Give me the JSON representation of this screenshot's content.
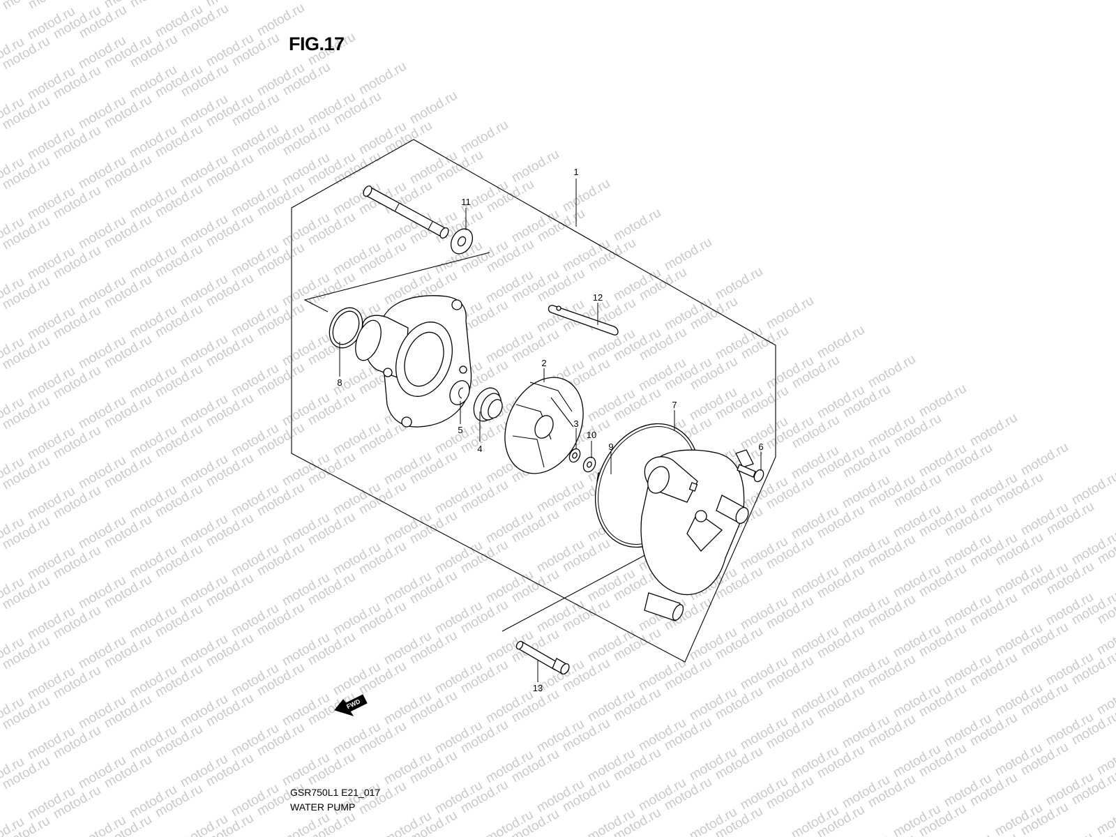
{
  "figure": {
    "title": "FIG.17",
    "model_code": "GSR750L1 E21_017",
    "section_name": "WATER PUMP"
  },
  "watermark": {
    "text": "motod.ru"
  },
  "direction_arrow": {
    "label": "FWD"
  },
  "callouts": [
    "1",
    "2",
    "3",
    "4",
    "5",
    "6",
    "7",
    "8",
    "9",
    "10",
    "11",
    "12",
    "13"
  ]
}
